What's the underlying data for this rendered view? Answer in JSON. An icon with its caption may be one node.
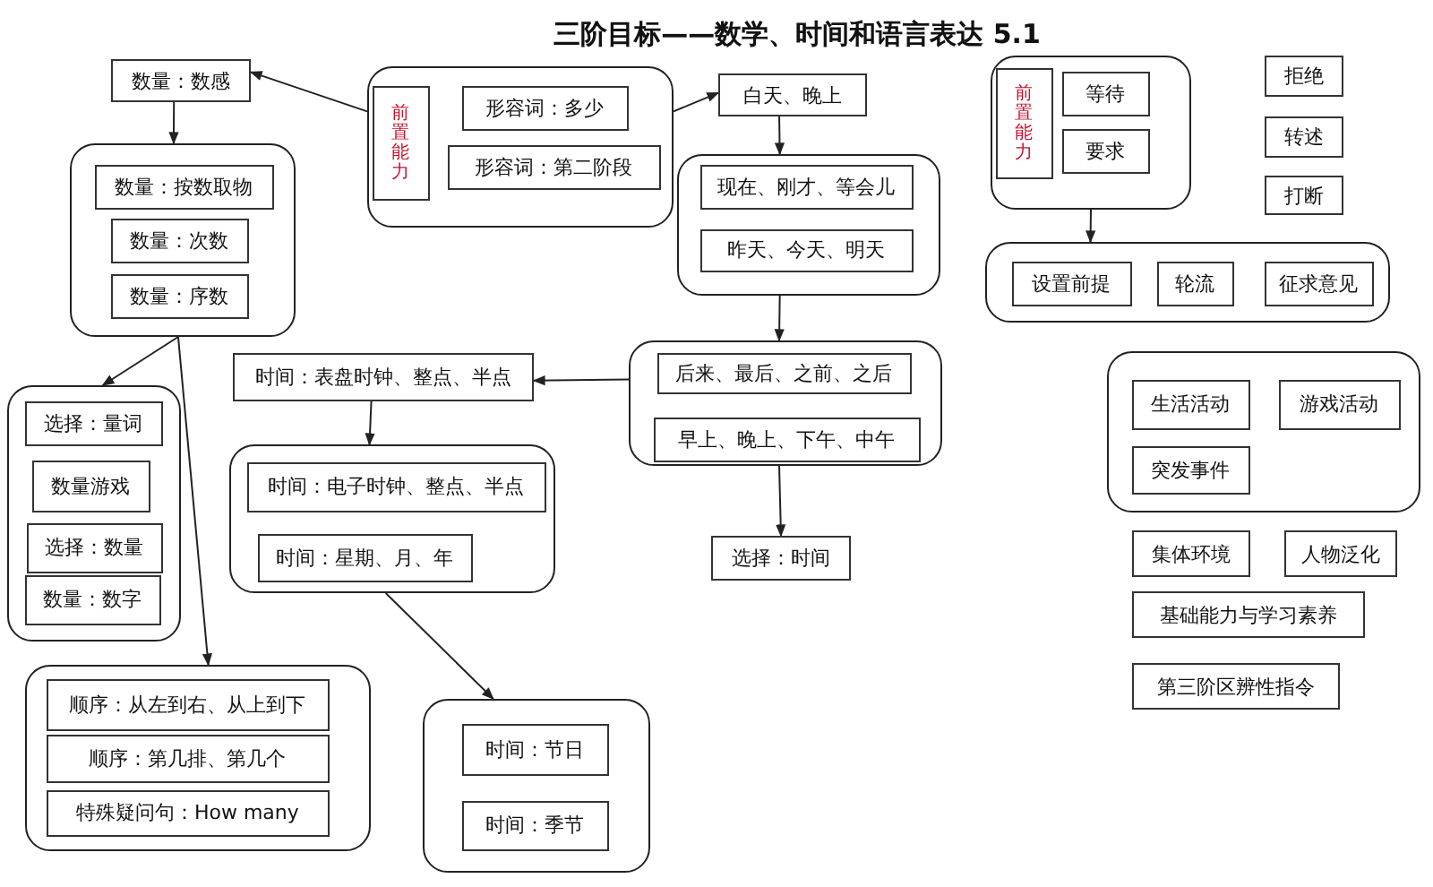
{
  "diagram": {
    "title": "三阶目标——数学、时间和语言表达 5.1",
    "nodes": [
      {
        "text": [
          "数量：数感"
        ]
      },
      {
        "text": [],
        "shape": "box"
      },
      {
        "text": [
          "前置能力"
        ],
        "in": 1
      },
      {
        "text": [
          "形容词：多少"
        ],
        "in": 1
      },
      {
        "text": [
          "形容词：第二阶段"
        ],
        "in": 1
      },
      {
        "text": [
          "白天、晚上"
        ]
      },
      {
        "text": [],
        "shape": "box"
      },
      {
        "text": [
          "现在、刚才、等会儿"
        ],
        "in": 6
      },
      {
        "text": [
          "昨天、今天、明天"
        ],
        "in": 6
      },
      {
        "text": [],
        "shape": "box"
      },
      {
        "text": [
          "前置能力"
        ],
        "in": 9
      },
      {
        "text": [
          "等待"
        ],
        "in": 9
      },
      {
        "text": [
          "要求"
        ],
        "in": 9
      },
      {
        "text": [
          "拒绝"
        ]
      },
      {
        "text": [
          "转述"
        ]
      },
      {
        "text": [
          "打断"
        ]
      },
      {
        "text": [],
        "shape": "box"
      },
      {
        "text": [
          "设置前提"
        ],
        "in": 16
      },
      {
        "text": [
          "轮流"
        ],
        "in": 16
      },
      {
        "text": [
          "征求意见"
        ],
        "in": 16
      },
      {
        "text": [],
        "shape": "box"
      },
      {
        "text": [
          "数量：按数取物"
        ],
        "in": 20
      },
      {
        "text": [
          "数量：次数"
        ],
        "in": 20
      },
      {
        "text": [
          "数量：序数"
        ],
        "in": 20
      },
      {
        "text": [
          "时间：表盘时钟、整点、半点"
        ]
      },
      {
        "text": [],
        "shape": "box"
      },
      {
        "text": [
          "后来、最后、之前、之后"
        ],
        "in": 25
      },
      {
        "text": [
          "早上、晚上、下午、中午"
        ],
        "in": 25
      },
      {
        "text": [],
        "shape": "box"
      },
      {
        "text": [
          "生活活动"
        ],
        "in": 28
      },
      {
        "text": [
          "游戏活动"
        ],
        "in": 28
      },
      {
        "text": [
          "突发事件"
        ],
        "in": 28
      },
      {
        "text": [],
        "shape": "box"
      },
      {
        "text": [
          "选择：量词"
        ],
        "in": 32
      },
      {
        "text": [
          "数量游戏"
        ],
        "in": 32
      },
      {
        "text": [
          "选择：数量"
        ],
        "in": 32
      },
      {
        "text": [
          "数量：数字"
        ],
        "in": 32
      },
      {
        "text": [],
        "shape": "box"
      },
      {
        "text": [
          "时间：电子时钟、整点、半点"
        ],
        "in": 37
      },
      {
        "text": [
          "时间：星期、月、年"
        ],
        "in": 37
      },
      {
        "text": [
          "选择：时间"
        ]
      },
      {
        "text": [
          "集体环境"
        ]
      },
      {
        "text": [
          "人物泛化"
        ]
      },
      {
        "text": [
          "基础能力与学习素养"
        ]
      },
      {
        "text": [
          "第三阶区辨性指令"
        ]
      },
      {
        "text": [],
        "shape": "box"
      },
      {
        "text": [
          "顺序：从左到右、从上到下"
        ],
        "in": 45
      },
      {
        "text": [
          "顺序：第几排、第几个"
        ],
        "in": 45
      },
      {
        "text": [
          "特殊疑问句：How many"
        ],
        "in": 45
      },
      {
        "text": [],
        "shape": "box"
      },
      {
        "text": [
          "时间：节日"
        ],
        "in": 49
      },
      {
        "text": [
          "时间：季节"
        ],
        "in": 49
      }
    ],
    "edges": [
      {
        "from": 1,
        "to": 0,
        "arrow": "to"
      },
      {
        "from": 1,
        "to": 5,
        "arrow": "to"
      },
      {
        "from": 0,
        "to": 20,
        "arrow": "to"
      },
      {
        "from": 5,
        "to": 6,
        "arrow": "to"
      },
      {
        "from": 6,
        "to": 25,
        "arrow": "to"
      },
      {
        "from": 9,
        "to": 16,
        "arrow": "to"
      },
      {
        "from": 25,
        "to": 24,
        "arrow": "to"
      },
      {
        "from": 24,
        "to": 37,
        "arrow": "to"
      },
      {
        "from": 25,
        "to": 40,
        "arrow": "to"
      },
      {
        "from": 20,
        "to": 32,
        "arrow": "to"
      },
      {
        "from": 20,
        "to": 45,
        "arrow": "to"
      },
      {
        "from": 37,
        "to": 49,
        "arrow": "to"
      }
    ]
  }
}
